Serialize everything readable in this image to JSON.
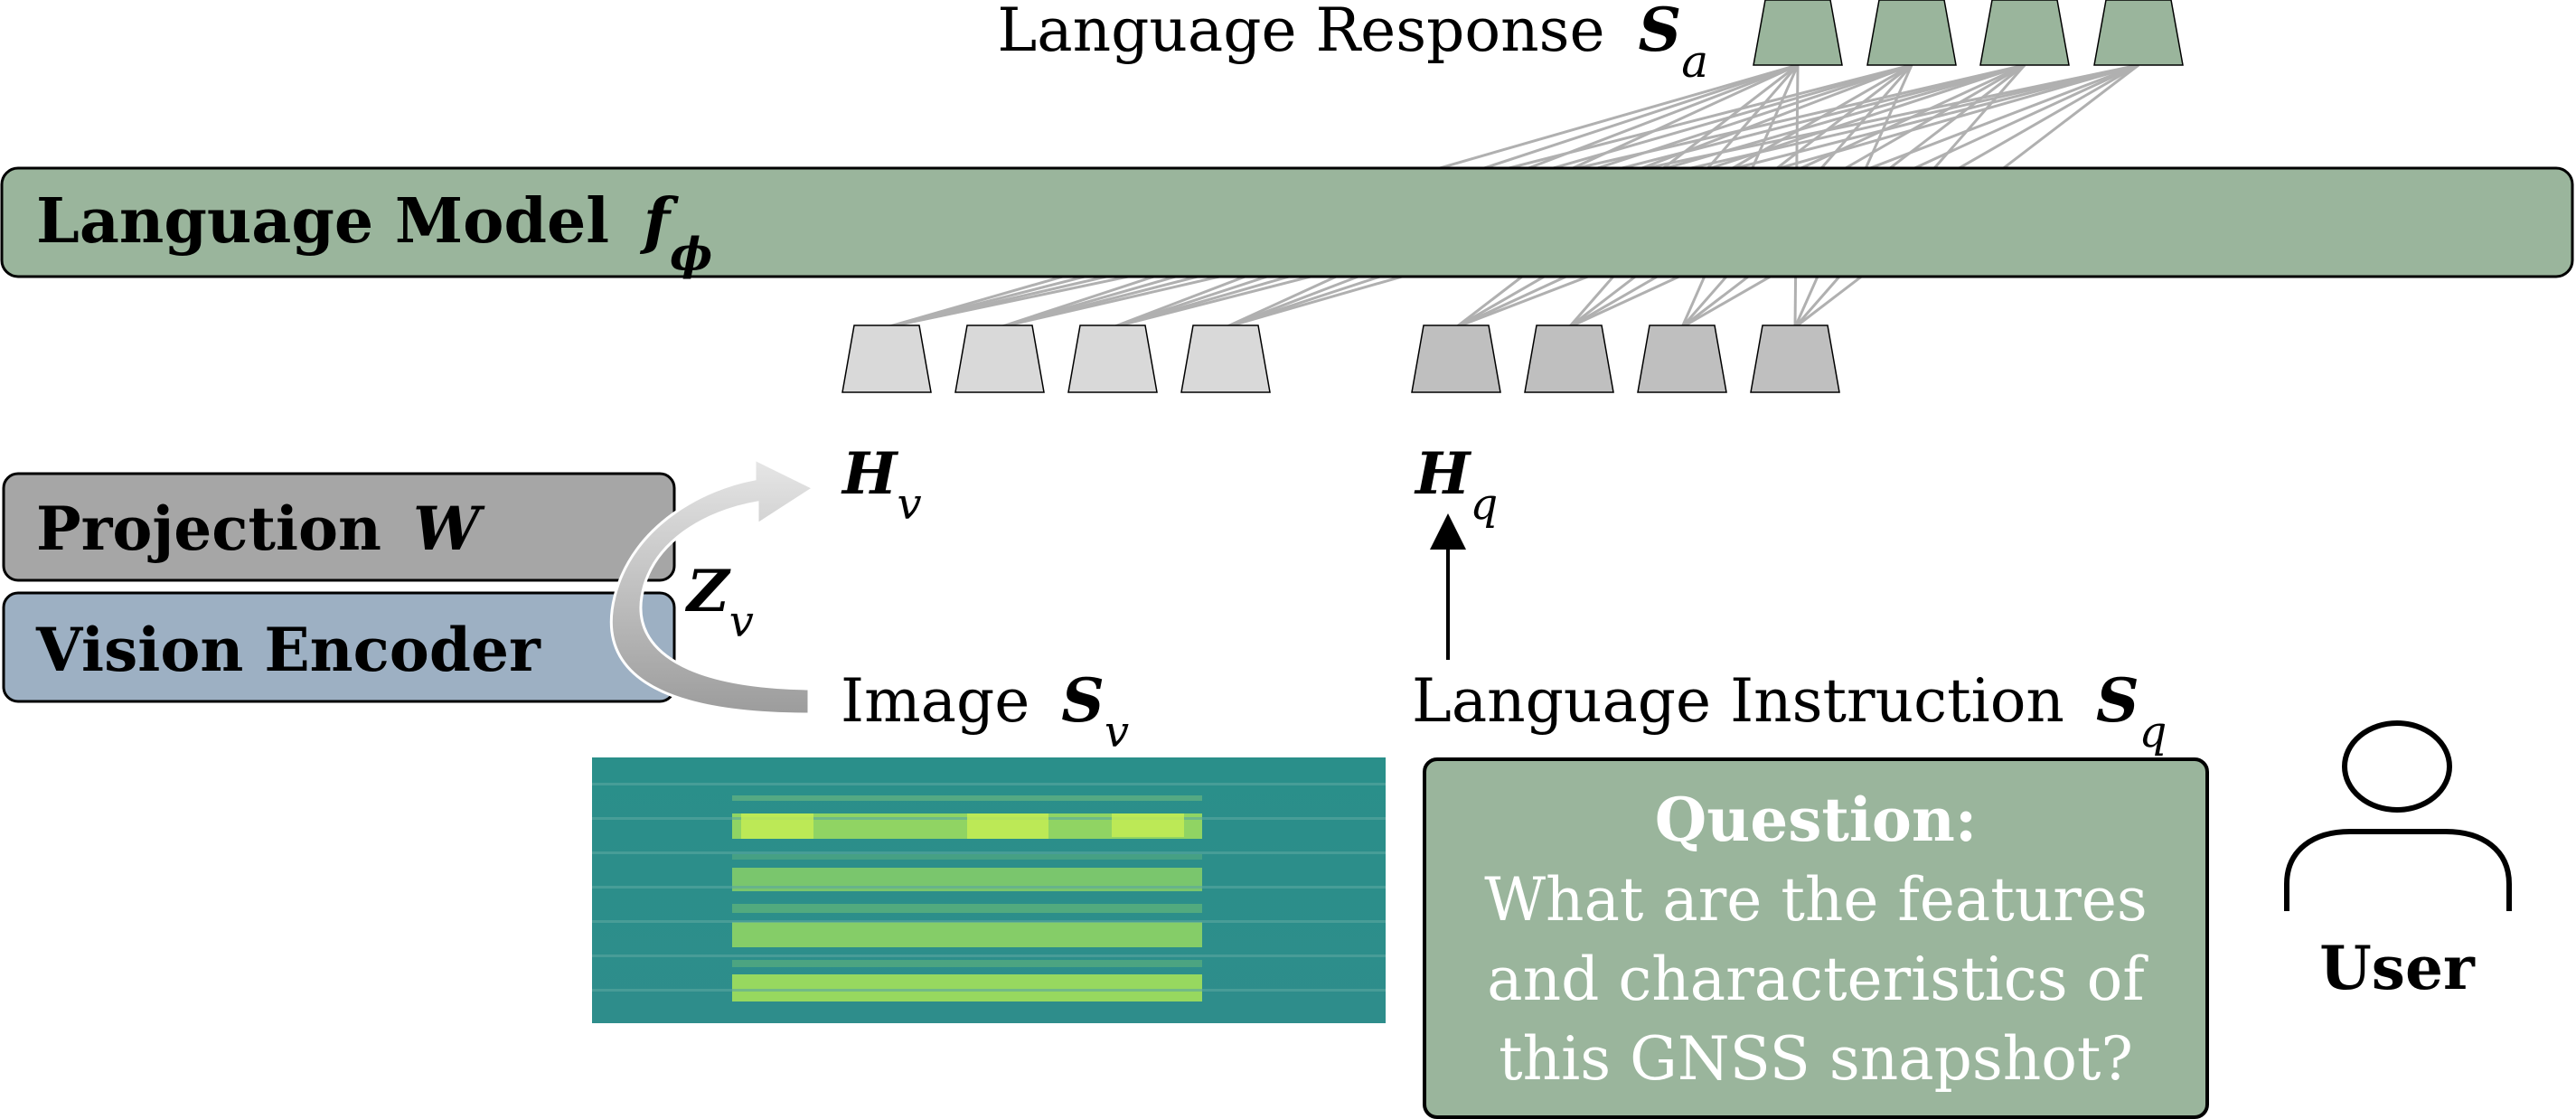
{
  "language_response": {
    "label": "Language Response",
    "symbol": "S",
    "subscript": "a",
    "token_color": "#9ab59c"
  },
  "language_model": {
    "label": "Language Model",
    "symbol": "f",
    "subscript": "ϕ",
    "fill": "#9ab59c"
  },
  "visual_tokens": {
    "fill": "#d9d9d9"
  },
  "instruction_tokens": {
    "fill": "#bfbfbf"
  },
  "h_v": {
    "symbol": "H",
    "subscript": "v"
  },
  "h_q": {
    "symbol": "H",
    "subscript": "q"
  },
  "projection": {
    "label": "Projection",
    "symbol": "W",
    "fill": "#a6a6a6"
  },
  "vision_encoder": {
    "label": "Vision Encoder",
    "fill": "#9db0c3"
  },
  "z_v": {
    "symbol": "Z",
    "subscript": "v"
  },
  "image": {
    "label": "Image",
    "symbol": "S",
    "subscript": "v"
  },
  "instruction": {
    "label": "Language Instruction",
    "symbol": "S",
    "subscript": "q"
  },
  "question": {
    "heading": "Question:",
    "line1": "What are the features",
    "line2": "and characteristics of",
    "line3": "this GNSS snapshot?",
    "fill": "#9ab59c"
  },
  "user": {
    "label": "User",
    "icon": "user-icon"
  },
  "connection_color": "#b0b0b0"
}
